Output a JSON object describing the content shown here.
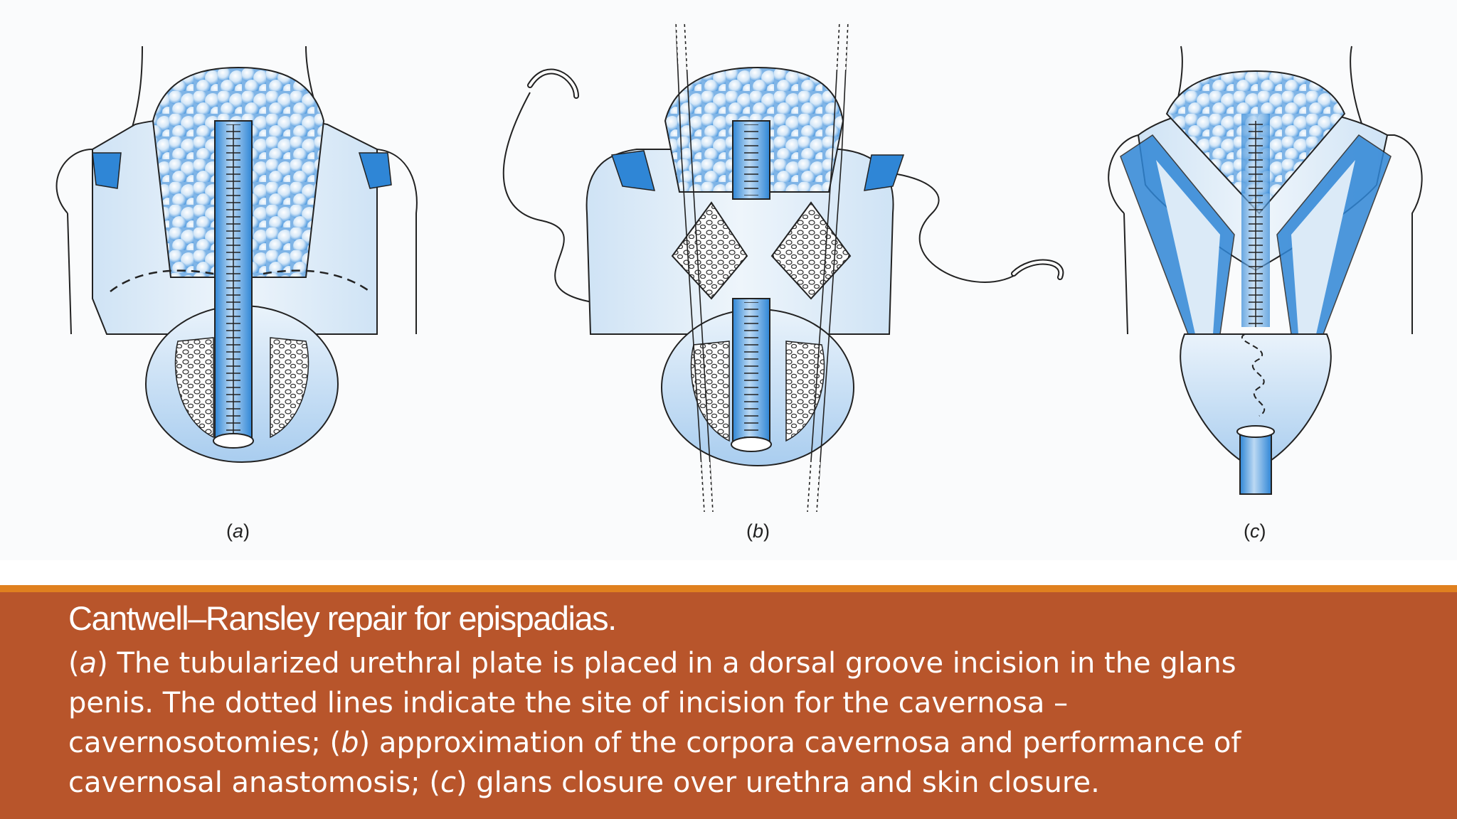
{
  "figure": {
    "panels": [
      {
        "id": "a",
        "label_open": "(",
        "label_letter": "a",
        "label_close": ")"
      },
      {
        "id": "b",
        "label_open": "(",
        "label_letter": "b",
        "label_close": ")"
      },
      {
        "id": "c",
        "label_open": "(",
        "label_letter": "c",
        "label_close": ")"
      }
    ]
  },
  "caption": {
    "title": "Cantwell–Ransley repair for epispadias.",
    "lines": [
      [
        {
          "t": "(",
          "i": false
        },
        {
          "t": "a",
          "i": true
        },
        {
          "t": ") The tubularized urethral plate is placed in a dorsal groove incision in the glans",
          "i": false
        }
      ],
      [
        {
          "t": "penis. The dotted lines indicate the site of incision for the cavernosa –",
          "i": false
        }
      ],
      [
        {
          "t": "cavernosotomies; (",
          "i": false
        },
        {
          "t": "b",
          "i": true
        },
        {
          "t": ") approximation of the corpora cavernosa and performance of",
          "i": false
        }
      ],
      [
        {
          "t": "cavernosal anastomosis; (",
          "i": false
        },
        {
          "t": "c",
          "i": true
        },
        {
          "t": ") glans closure over urethra and skin closure.",
          "i": false
        }
      ]
    ]
  },
  "colors": {
    "accent_bar": "#e0801f",
    "caption_band": "#b8552b",
    "illustration_blue": "#2f86d6",
    "illustration_light": "#dbeaf7"
  }
}
